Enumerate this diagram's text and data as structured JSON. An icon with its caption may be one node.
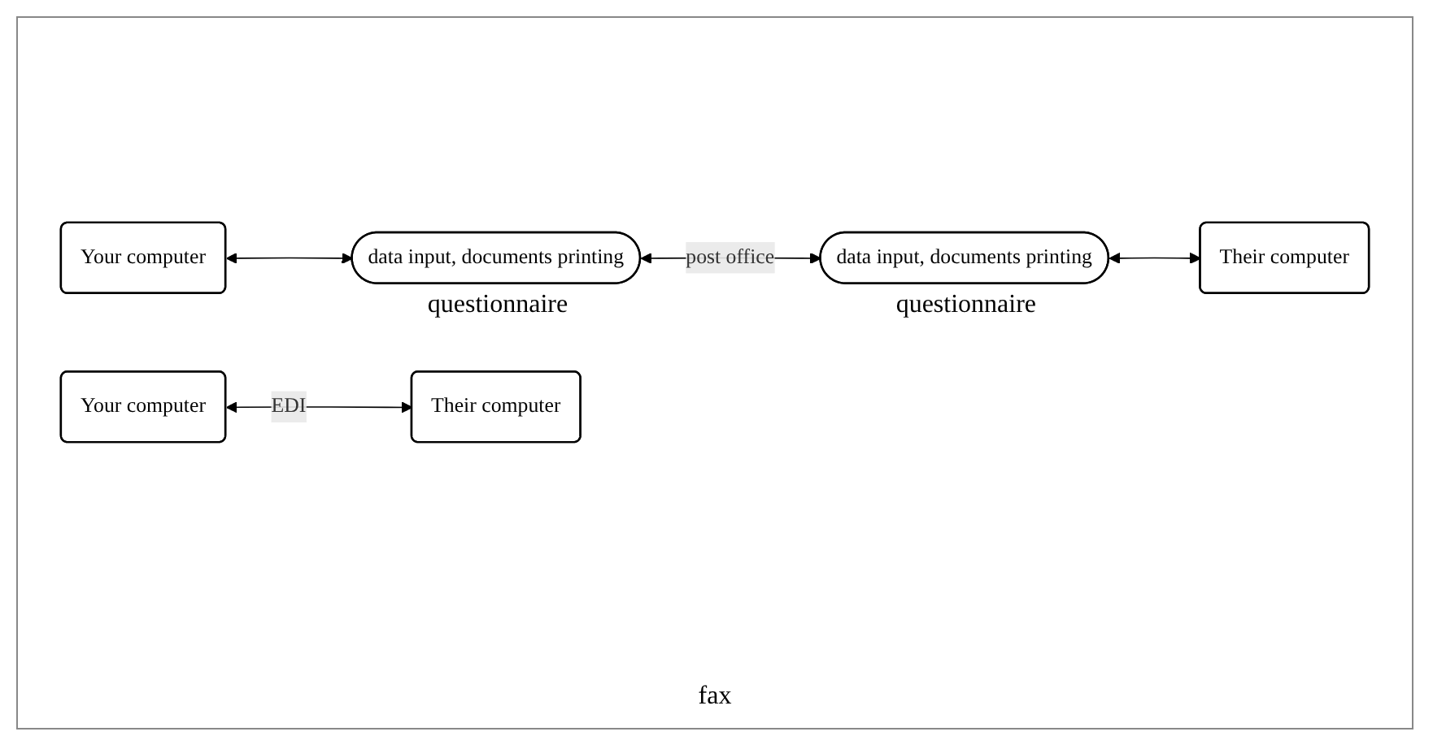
{
  "diagram": {
    "nodes": [
      {
        "text": [
          "Your computer"
        ]
      },
      {
        "text": [
          "Their computer"
        ]
      },
      {
        "text": [
          "data input, documents printing"
        ],
        "beside": [
          "questionnaire"
        ]
      },
      {
        "text": [
          "data input, documents printing"
        ],
        "beside": [
          "questionnaire"
        ]
      },
      {
        "text": [
          "Your computer"
        ]
      },
      {
        "text": [
          "Their computer"
        ]
      }
    ],
    "edges": [
      {
        "from": 0,
        "to": 2,
        "arrow": "both"
      },
      {
        "from": 2,
        "to": 3,
        "arrow": "both",
        "label": "post office"
      },
      {
        "from": 3,
        "to": 1,
        "arrow": "both"
      },
      {
        "from": 4,
        "to": 5,
        "arrow": "both",
        "label": "EDI"
      }
    ],
    "labels": [
      "fax"
    ]
  }
}
